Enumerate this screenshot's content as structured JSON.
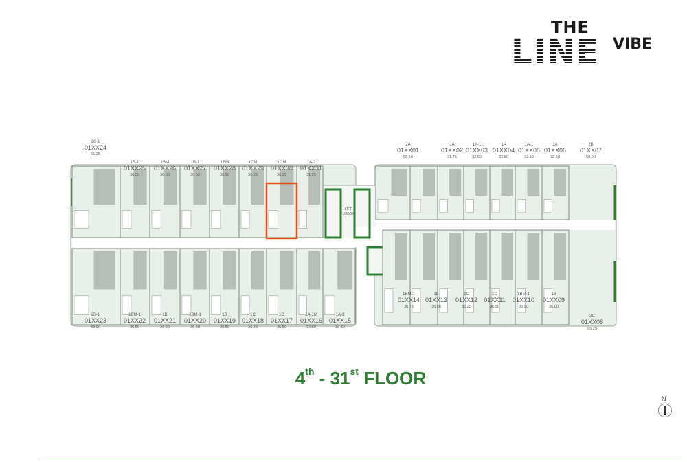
{
  "logo": {
    "the": "THE",
    "line": "LINE",
    "vibe": "VIBE"
  },
  "floor_title": {
    "start_num": "4",
    "start_sup": "th",
    "dash": " - ",
    "end_num": "31",
    "end_sup": "st",
    "word": " FLOOR"
  },
  "lift_label": "LIFT\nLOBBY",
  "north_label": "N",
  "colors": {
    "wall": "#2e7d32",
    "highlight": "#d9541e",
    "unit_fill": "#e9efe9",
    "unit_dark": "#b7bdb7",
    "corridor": "#ffffff"
  },
  "units_top_left": [
    {
      "type": "2C-1",
      "code": "01XX24",
      "area": "65.25"
    },
    {
      "type": "1B-1",
      "code": "01XX25",
      "area": "36.00"
    },
    {
      "type": "1BM",
      "code": "01XX26",
      "area": "36.50"
    },
    {
      "type": "1B-1",
      "code": "01XX27",
      "area": "36.50"
    },
    {
      "type": "1BM",
      "code": "01XX28",
      "area": "36.50"
    },
    {
      "type": "1CM",
      "code": "01XX29",
      "area": "36.25"
    },
    {
      "type": "1CM",
      "code": "01XX30",
      "area": "36.25"
    },
    {
      "type": "1A-2",
      "code": "01XX31",
      "area": "31.25"
    }
  ],
  "units_top_right": [
    {
      "type": "2A",
      "code": "01XX01",
      "area": "56.50"
    },
    {
      "type": "1A",
      "code": "01XX02",
      "area": "31.75"
    },
    {
      "type": "1A-1",
      "code": "01XX03",
      "area": "32.50"
    },
    {
      "type": "1A",
      "code": "01XX04",
      "area": "32.50"
    },
    {
      "type": "1A-1",
      "code": "01XX05",
      "area": "32.50"
    },
    {
      "type": "1A",
      "code": "01XX06",
      "area": "32.50"
    },
    {
      "type": "2B",
      "code": "01XX07",
      "area": "59.00"
    }
  ],
  "units_bottom_left": [
    {
      "type": "2B-1",
      "code": "01XX23",
      "area": "59.00"
    },
    {
      "type": "1BM-1",
      "code": "01XX22",
      "area": "36.50"
    },
    {
      "type": "1B",
      "code": "01XX21",
      "area": "36.50"
    },
    {
      "type": "1BM-1",
      "code": "01XX20",
      "area": "36.50"
    },
    {
      "type": "1B",
      "code": "01XX19",
      "area": "36.50"
    },
    {
      "type": "1C",
      "code": "01XX18",
      "area": "36.25"
    },
    {
      "type": "1C",
      "code": "01XX17",
      "area": "36.50"
    },
    {
      "type": "1A-1M",
      "code": "01XX16",
      "area": "32.50"
    },
    {
      "type": "1A-3",
      "code": "01XX15",
      "area": "32.50"
    }
  ],
  "units_bottom_right": [
    {
      "type": "1BM-1",
      "code": "01XX14",
      "area": "36.75"
    },
    {
      "type": "1B",
      "code": "01XX13",
      "area": "36.50"
    },
    {
      "type": "1C",
      "code": "01XX12",
      "area": "36.25"
    },
    {
      "type": "1C",
      "code": "01XX11",
      "area": "36.50"
    },
    {
      "type": "1BM-1",
      "code": "01XX10",
      "area": "36.50"
    },
    {
      "type": "1B",
      "code": "01XX09",
      "area": "36.00"
    },
    {
      "type": "2C",
      "code": "01XX08",
      "area": "65.25"
    }
  ]
}
